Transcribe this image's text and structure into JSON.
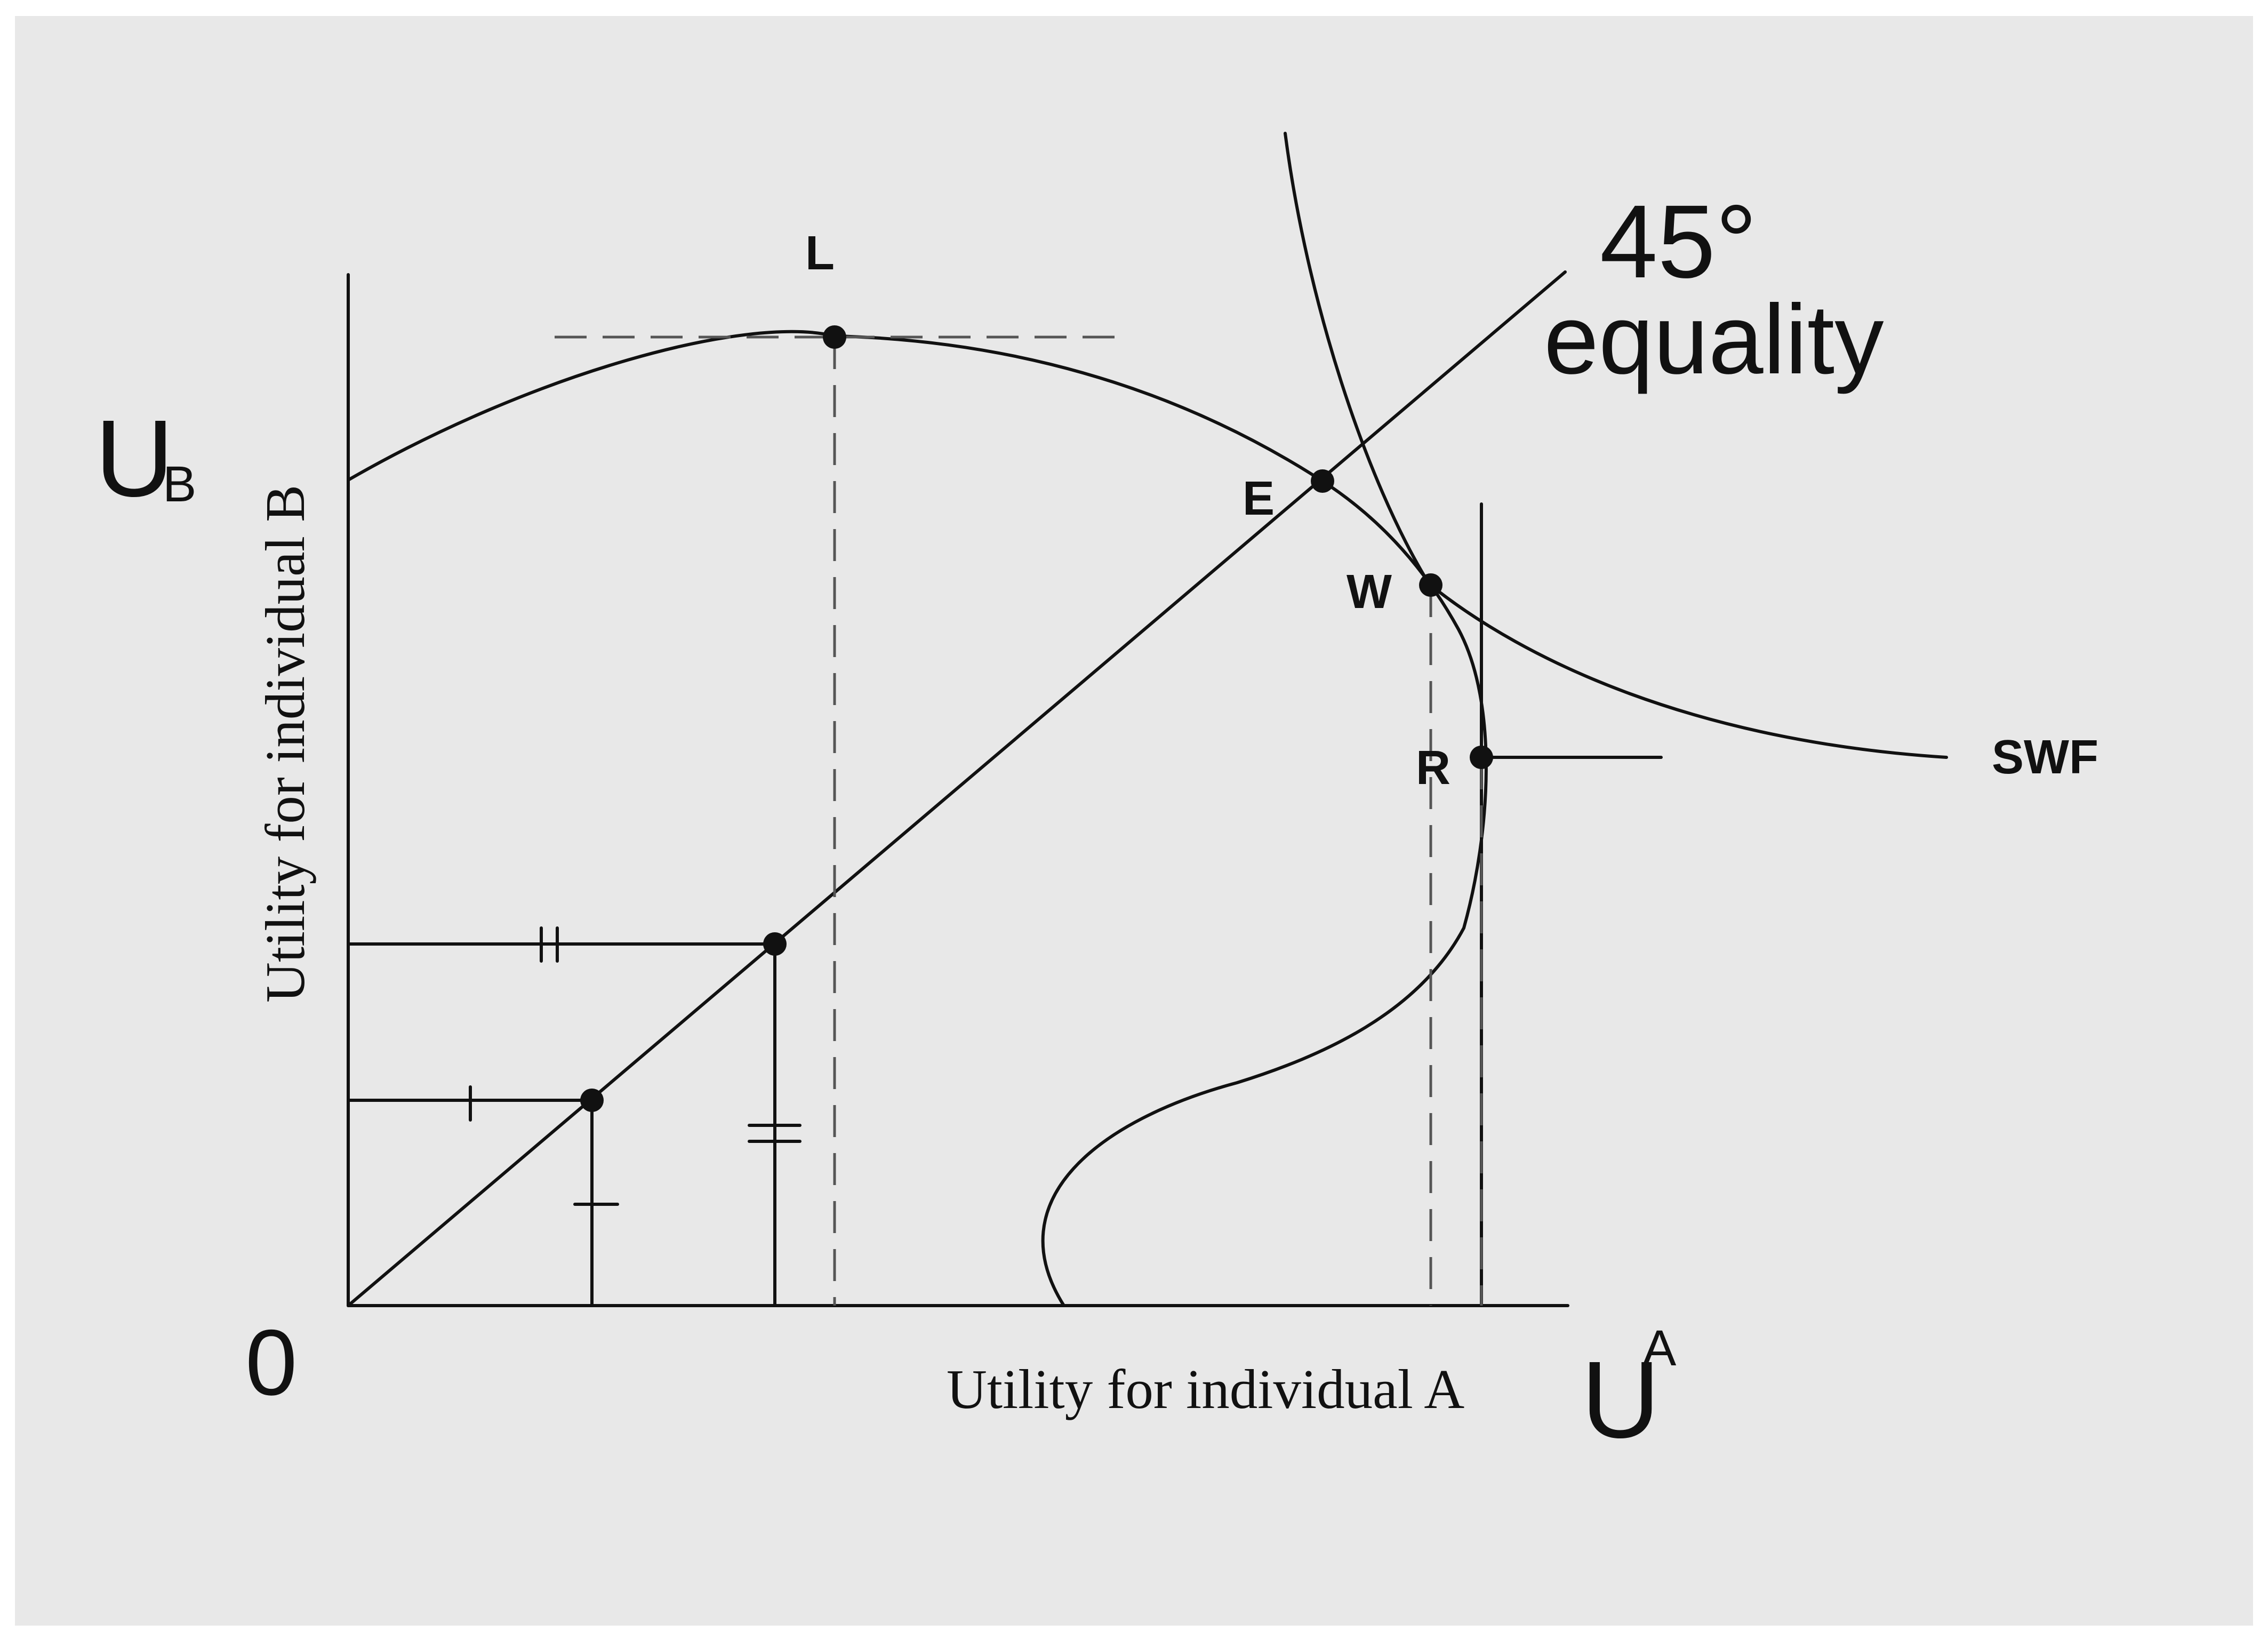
{
  "colors": {
    "background": "#e8e8e8",
    "border": "#ffffff",
    "ink": "#111111",
    "dash": "#555555"
  },
  "axes": {
    "y_symbol": "U",
    "y_subscript": "B",
    "x_symbol": "U",
    "x_superscript": "A",
    "origin": "0",
    "y_caption": "Utility for individual B",
    "x_caption": "Utility for individual A"
  },
  "equality_line": {
    "angle": "45°",
    "name": "equality"
  },
  "curves": {
    "swf_label": "SWF"
  },
  "points": {
    "L": "L",
    "E": "E",
    "W": "W",
    "R": "R"
  }
}
